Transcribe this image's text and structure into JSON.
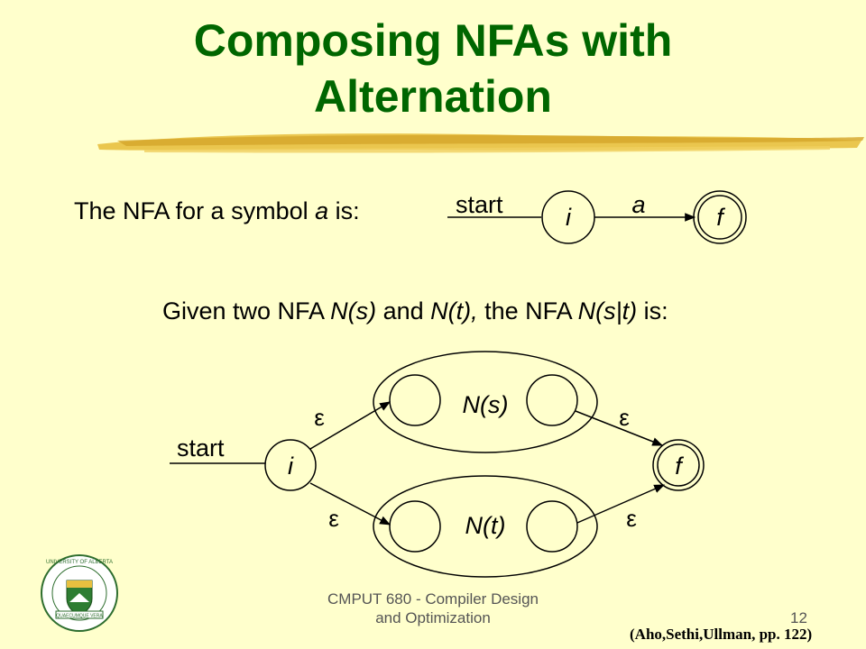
{
  "title": {
    "line1": "Composing NFAs with",
    "line2": "Alternation"
  },
  "symbol_nfa": {
    "text_before": "The NFA for a symbol ",
    "symbol": "a",
    "text_after": " is:",
    "start_label": "start",
    "initial_state": "i",
    "final_state": "f",
    "transition_label": "a"
  },
  "alternation": {
    "text_1": "Given two NFA ",
    "ns": "N(s)",
    "text_2": " and ",
    "nt": "N(t),",
    "text_3": " the NFA ",
    "nst": "N(s|t)",
    "text_4": " is:"
  },
  "alt_nfa": {
    "start_label": "start",
    "initial_state": "i",
    "final_state": "f",
    "upper_machine": "N(s)",
    "lower_machine": "N(t)",
    "epsilon": "ε"
  },
  "footer": {
    "course_line1": "CMPUT 680 - Compiler Design",
    "course_line2": "and Optimization",
    "page_number": "12",
    "citation": "(Aho,Sethi,Ullman, pp. 122)"
  },
  "colors": {
    "background": "#ffffcc",
    "title": "#006600",
    "brush": "#e8c040"
  },
  "logo": {
    "icon": "university-of-alberta-crest-icon",
    "text": "UNIVERSITY OF ALBERTA",
    "motto": "QUAECUMQUE VERA"
  }
}
